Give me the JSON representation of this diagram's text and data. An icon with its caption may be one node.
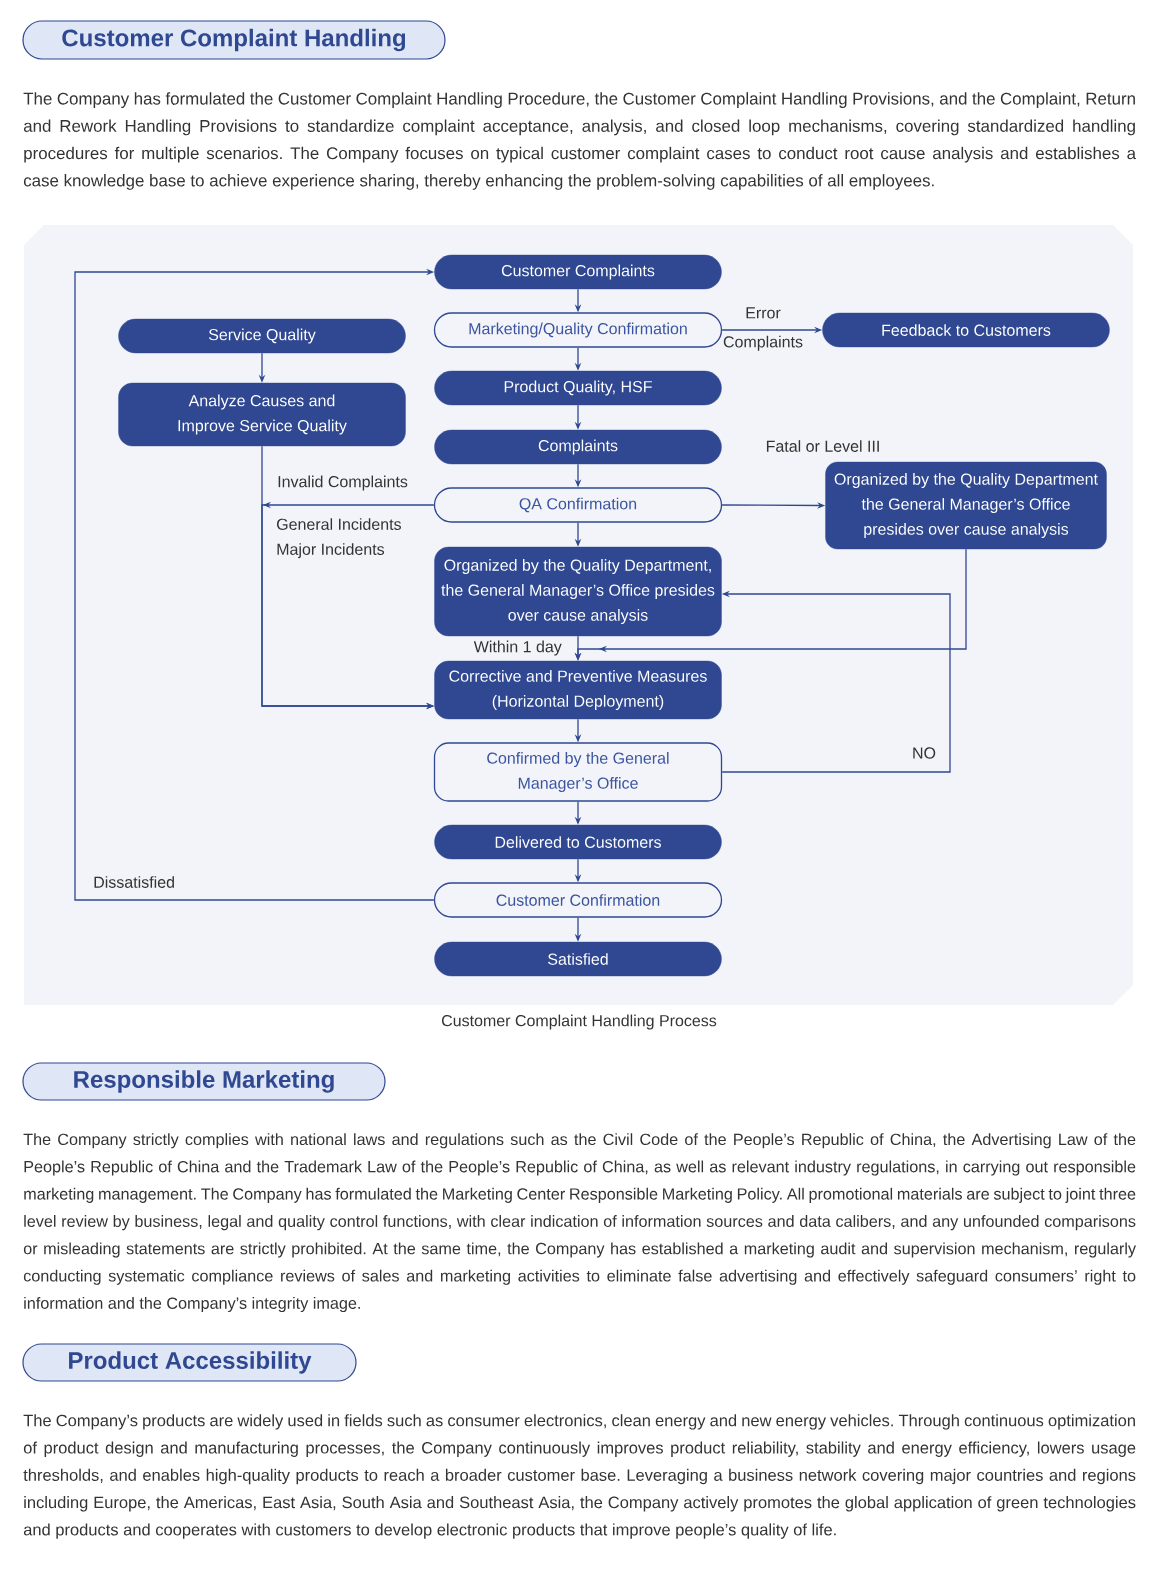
{
  "diagram": {
    "caption": "Customer Complaint Handling Process",
    "nodes": [
      {
        "text": [
          "Customer Complaint Handling"
        ]
      },
      {
        "text": [
          "Customer Complaints"
        ]
      },
      {
        "text": [
          "Service Quality"
        ]
      },
      {
        "text": [
          "Marketing/Quality Confirmation"
        ]
      },
      {
        "text": [
          "Feedback to Customers"
        ]
      },
      {
        "text": [
          "Analyze Causes and Improve Service Quality"
        ]
      },
      {
        "text": [
          "Product Quality, HSF"
        ]
      },
      {
        "text": [
          "Complaints"
        ]
      },
      {
        "text": [
          "QA Confirmation"
        ]
      },
      {
        "text": [
          "Organized by the Quality Department the General Manager’s Office presides over cause analysis"
        ]
      },
      {
        "text": [
          "Organized by the Quality Department, the General Manager’s Office presides over cause analysis"
        ]
      },
      {
        "text": [
          "Corrective and Preventive Measures (Horizontal Deployment)"
        ]
      },
      {
        "text": [
          "Confirmed by the General Manager’s Office"
        ]
      },
      {
        "text": [
          "Delivered to Customers"
        ]
      },
      {
        "text": [
          "Customer Confirmation"
        ]
      },
      {
        "text": [
          "Satisfied"
        ]
      },
      {
        "text": [
          "Responsible Marketing"
        ]
      },
      {
        "text": [
          "Product Accessibility"
        ]
      }
    ],
    "edges": [
      {
        "from": 1,
        "to": 3,
        "arrow": "to"
      },
      {
        "from": 2,
        "to": 5,
        "arrow": "to"
      },
      {
        "from": 3,
        "to": 4,
        "arrow": "to",
        "label": "Error Complaints"
      },
      {
        "from": 3,
        "to": 6,
        "arrow": "to"
      },
      {
        "from": 6,
        "to": 7,
        "arrow": "to"
      },
      {
        "from": 7,
        "to": 8,
        "arrow": "to"
      },
      {
        "from": 8,
        "to": 9,
        "arrow": "to",
        "label": "Fatal or Level III"
      },
      {
        "from": 8,
        "to": 10,
        "arrow": "to"
      },
      {
        "from": 8,
        "to": 11,
        "arrow": "to",
        "label": "Invalid Complaints"
      },
      {
        "from": 5,
        "to": 11,
        "arrow": "to"
      },
      {
        "from": 10,
        "to": 11,
        "arrow": "to",
        "label": "Within 1 day"
      },
      {
        "from": 9,
        "to": 11,
        "arrow": "to"
      },
      {
        "from": 11,
        "to": 12,
        "arrow": "to"
      },
      {
        "from": 12,
        "to": 10,
        "arrow": "to",
        "label": "NO"
      },
      {
        "from": 12,
        "to": 13,
        "arrow": "to"
      },
      {
        "from": 13,
        "to": 14,
        "arrow": "to"
      },
      {
        "from": 14,
        "to": 15,
        "arrow": "to"
      },
      {
        "from": 14,
        "to": 1,
        "arrow": "to",
        "label": "Dissatisfied"
      }
    ],
    "labels": [
      "The Company has formulated the Customer Complaint Handling Procedure, the Customer Complaint Handling Provisions, and the Complaint, Return and Rework Handling Provisions to standardize complaint acceptance, analysis, and closed loop mechanisms, covering standardized handling procedures for multiple scenarios. The Company focuses on typical customer complaint cases to conduct root cause analysis and establishes a case knowledge base to achieve experience sharing, thereby enhancing the problem-solving capabilities of all employees.",
      "General Incidents Major Incidents",
      "The Company strictly complies with national laws and regulations such as the Civil Code of the People’s Republic of China, the Advertising Law of the People’s Republic of China and the Trademark Law of the People’s Republic of China, as well as relevant industry regulations, in carrying out responsible marketing management. The Company has formulated the Marketing Center Responsible Marketing Policy. All promotional materials are subject to joint three level review by business, legal and quality control functions, with clear indication of information sources and data calibers, and any unfounded comparisons or misleading statements are strictly prohibited. At the same time, the Company has established a marketing audit and supervision mechanism, regularly conducting systematic compliance reviews of sales and marketing activities to eliminate false advertising and effectively safeguard consumers’ right to information and the Company’s integrity image.",
      "The Company’s products are widely used in fields such as consumer electronics, clean energy and new energy vehicles. Through continuous optimization of product design and manufacturing processes, the Company continuously improves product reliability, stability and energy efficiency, lowers usage thresholds, and enables high-quality products to reach a broader customer base. Leveraging a business network covering major countries and regions including Europe, the Americas, East Asia, South Asia and Southeast Asia, the Company actively promotes the global application of green technologies and products and cooperates with customers to develop electronic products that improve people’s quality of life."
    ]
  }
}
